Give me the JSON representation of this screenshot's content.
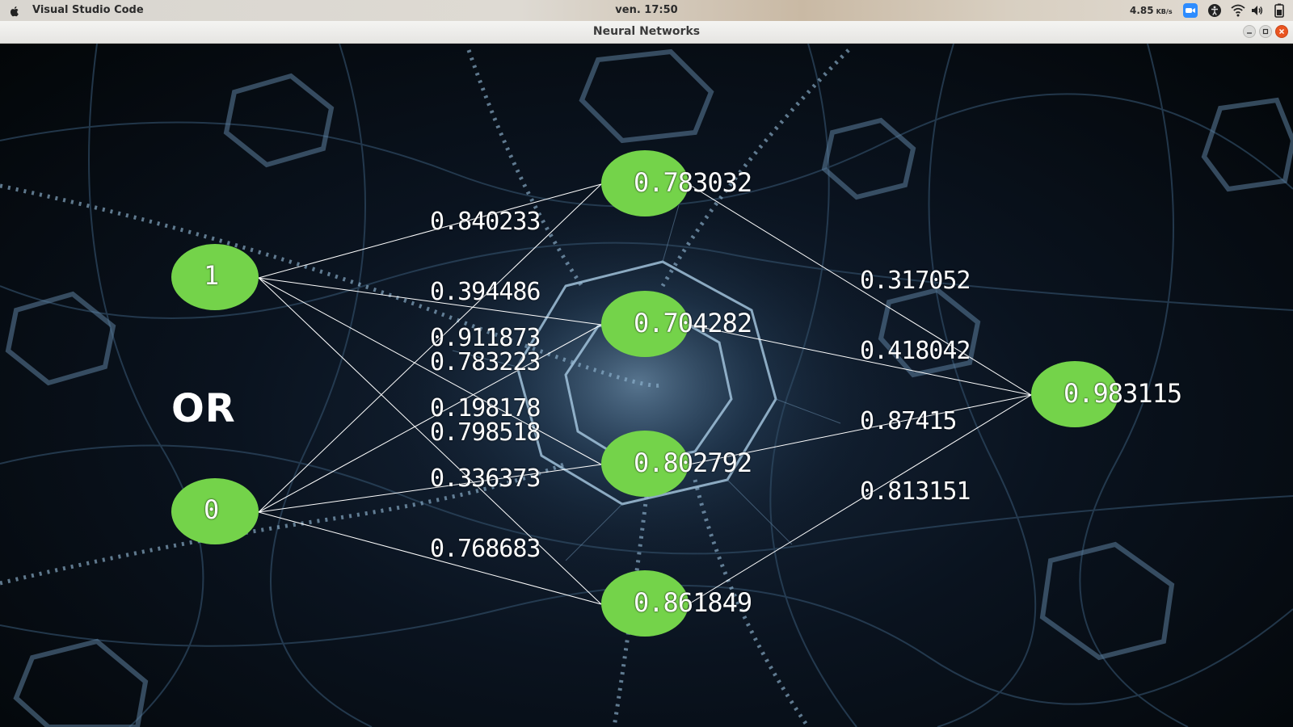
{
  "system_bar": {
    "app_name": "Visual Studio Code",
    "clock": "ven. 17:50",
    "net_speed": "4.85",
    "net_unit": "KB/s",
    "icons": [
      "apple-icon",
      "zoom-icon",
      "accessibility-icon",
      "wifi-icon",
      "volume-icon",
      "battery-icon"
    ]
  },
  "window": {
    "title": "Neural Networks",
    "buttons": [
      "minimize",
      "maximize",
      "close"
    ],
    "close_color": "#e95420"
  },
  "network": {
    "operation": "OR",
    "node_color": "#74d34a",
    "inputs": [
      "1",
      "0"
    ],
    "hidden": [
      "0.783032",
      "0.704282",
      "0.802792",
      "0.861849"
    ],
    "output": "0.983115",
    "input_hidden_weights": [
      "0.840233",
      "0.394486",
      "0.911873",
      "0.783223",
      "0.198178",
      "0.798518",
      "0.336373",
      "0.768683"
    ],
    "hidden_output_weights": [
      "0.317052",
      "0.418042",
      "0.87415",
      "0.813151"
    ]
  }
}
